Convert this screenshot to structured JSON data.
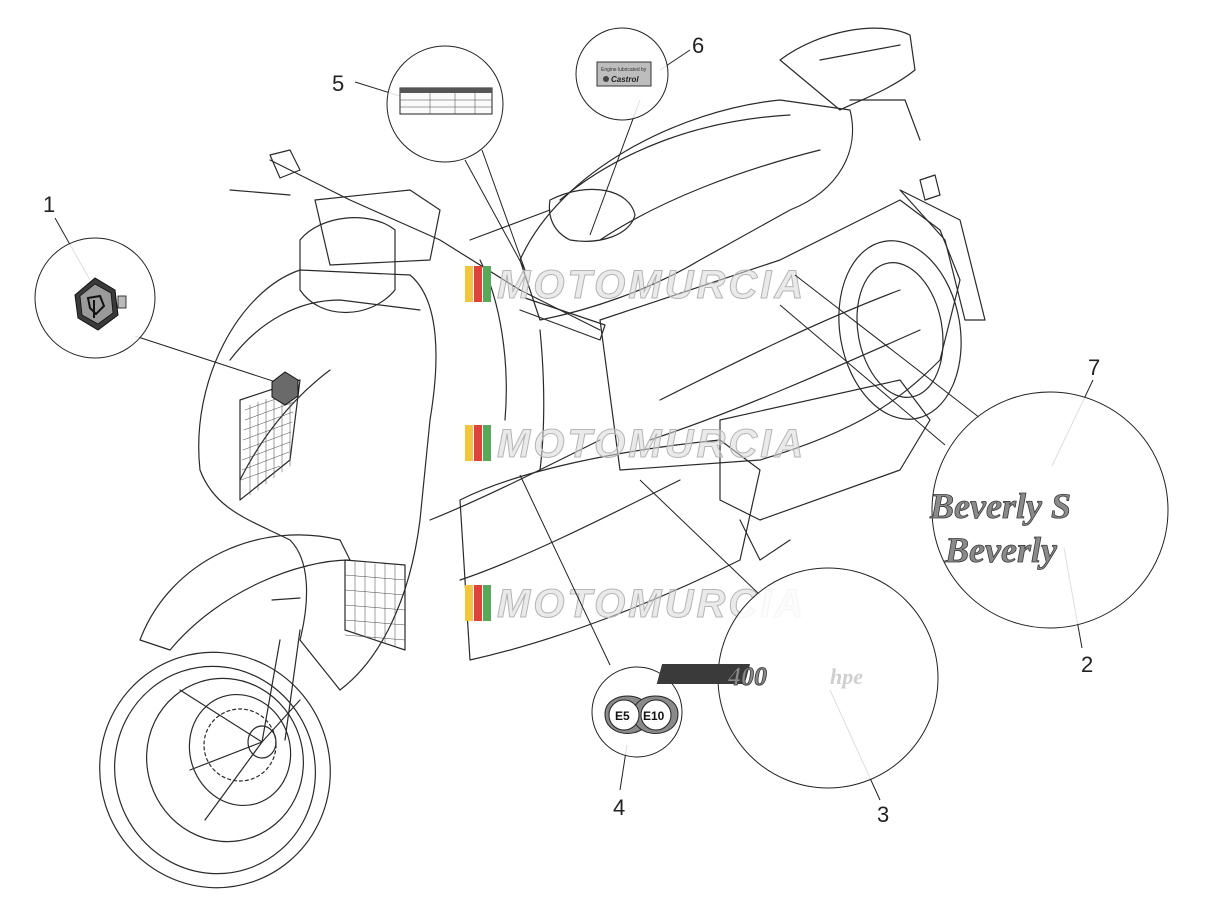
{
  "callouts": {
    "n1": "1",
    "n2": "2",
    "n3": "3",
    "n4": "4",
    "n5": "5",
    "n6": "6",
    "n7": "7"
  },
  "decals": {
    "beverly_s": "Beverly S",
    "beverly": "Beverly",
    "hpe_number": "400",
    "hpe_suffix": "hpe",
    "e5": "E5",
    "e10": "E10",
    "castrol_line1": "Engine lubricated by",
    "castrol_brand": "Castrol"
  },
  "watermark": {
    "text": "MOTOMURCIA"
  },
  "colors": {
    "line": "#2a2a2a",
    "decal_grey": "#8a8a8a",
    "watermark_red": "#e2403a",
    "watermark_yellow": "#f2c53d",
    "watermark_green": "#5aa95a"
  }
}
